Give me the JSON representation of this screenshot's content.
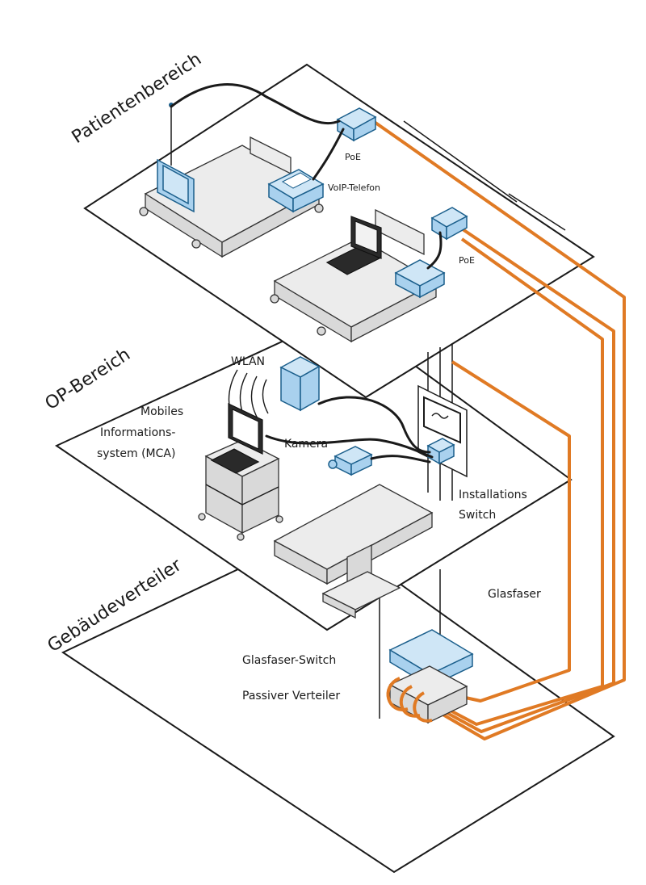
{
  "floors": {
    "patient": "Patientenbereich",
    "op": "OP-Bereich",
    "building": "Gebäudeverteiler"
  },
  "labels": {
    "poe_top": "PoE",
    "voip": "VoIP-Telefon",
    "poe_right": "PoE",
    "wlan": "WLAN",
    "mca_line1": "Mobiles",
    "mca_line2": "Informations-",
    "mca_line3": "system (MCA)",
    "kamera": "Kamera",
    "install_line1": "Installations",
    "install_line2": "Switch",
    "glasfaser": "Glasfaser",
    "glasfaser_switch": "Glasfaser-Switch",
    "passive": "Passiver Verteiler"
  },
  "colors": {
    "fiber": "#e07a24",
    "device_blue": "#cfe6f6",
    "outline": "#1a1a1a"
  }
}
